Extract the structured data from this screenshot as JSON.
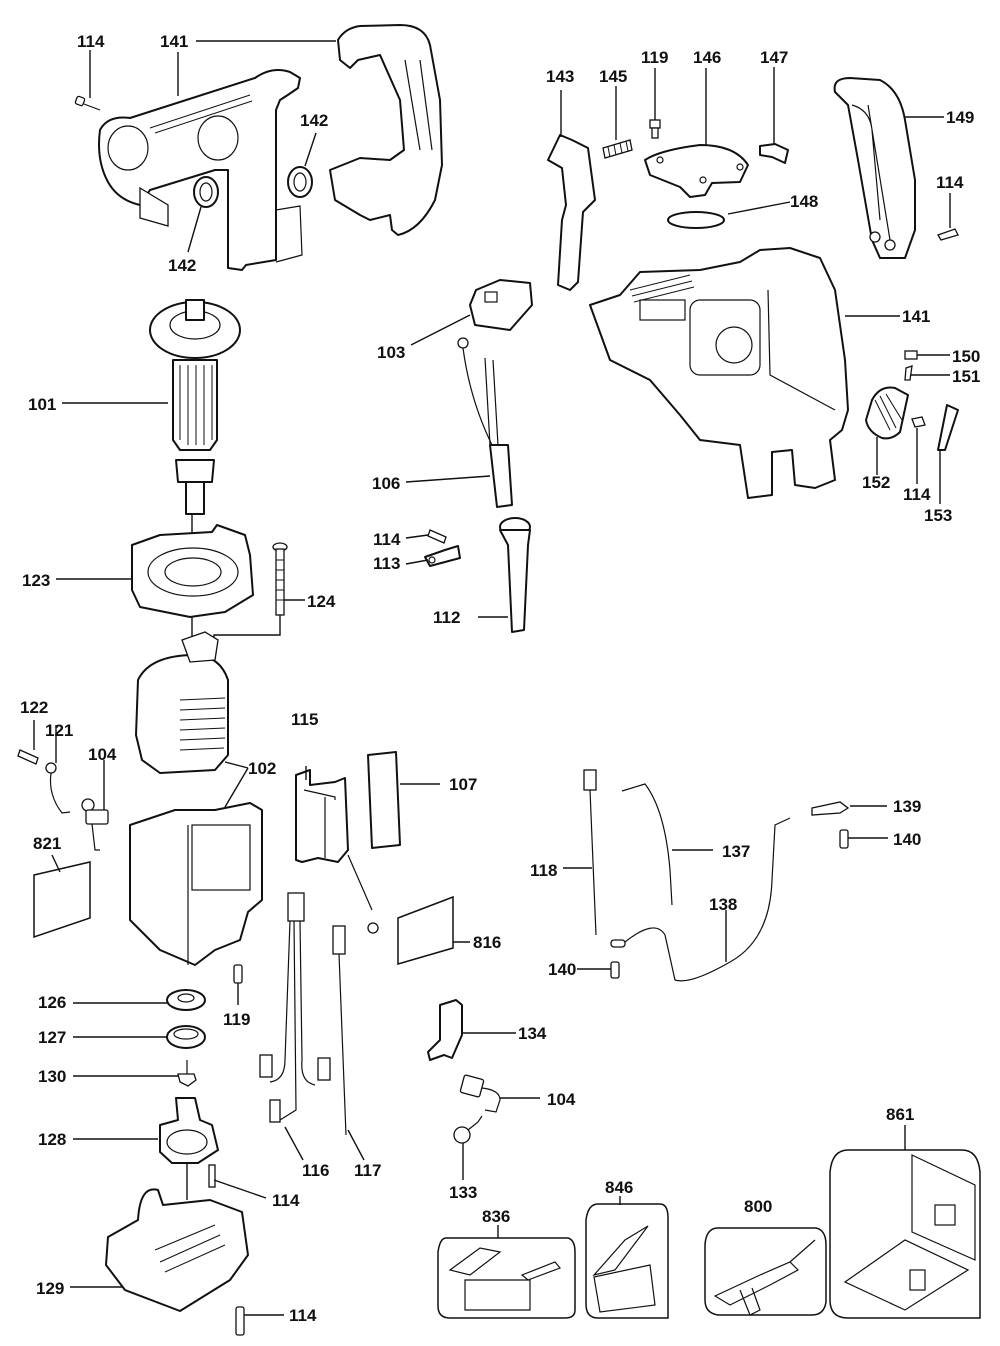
{
  "diagram": {
    "type": "exploded-parts-diagram",
    "background": "#ffffff",
    "ink_color": "#111111",
    "callouts": [
      {
        "id": "c-114-a",
        "part": "114",
        "description": "screw"
      },
      {
        "id": "c-141-a",
        "part": "141",
        "description": "housing half (left)"
      },
      {
        "id": "c-142-a",
        "part": "142",
        "description": "bearing seal"
      },
      {
        "id": "c-142-b",
        "part": "142",
        "description": "bearing seal"
      },
      {
        "id": "c-143",
        "part": "143",
        "description": "switch trigger"
      },
      {
        "id": "c-145",
        "part": "145",
        "description": "spring"
      },
      {
        "id": "c-119-a",
        "part": "119",
        "description": "screw"
      },
      {
        "id": "c-146",
        "part": "146",
        "description": "cover plate"
      },
      {
        "id": "c-147",
        "part": "147",
        "description": "insert"
      },
      {
        "id": "c-148",
        "part": "148",
        "description": "o-ring"
      },
      {
        "id": "c-149",
        "part": "149",
        "description": "handle cover"
      },
      {
        "id": "c-114-b",
        "part": "114",
        "description": "screw"
      },
      {
        "id": "c-101",
        "part": "101",
        "description": "armature"
      },
      {
        "id": "c-103",
        "part": "103",
        "description": "switch"
      },
      {
        "id": "c-141-b",
        "part": "141",
        "description": "housing half (right)"
      },
      {
        "id": "c-150",
        "part": "150",
        "description": "clip"
      },
      {
        "id": "c-151",
        "part": "151",
        "description": "spring"
      },
      {
        "id": "c-152",
        "part": "152",
        "description": "selector knob"
      },
      {
        "id": "c-114-c",
        "part": "114",
        "description": "screw"
      },
      {
        "id": "c-153",
        "part": "153",
        "description": "lever"
      },
      {
        "id": "c-106",
        "part": "106",
        "description": "power cord"
      },
      {
        "id": "c-114-d",
        "part": "114",
        "description": "screw"
      },
      {
        "id": "c-113",
        "part": "113",
        "description": "cord clamp"
      },
      {
        "id": "c-112",
        "part": "112",
        "description": "cord protector"
      },
      {
        "id": "c-123",
        "part": "123",
        "description": "baffle"
      },
      {
        "id": "c-124",
        "part": "124",
        "description": "long screw"
      },
      {
        "id": "c-122",
        "part": "122",
        "description": "screw"
      },
      {
        "id": "c-121",
        "part": "121",
        "description": "ground wire"
      },
      {
        "id": "c-104-a",
        "part": "104",
        "description": "brush"
      },
      {
        "id": "c-102",
        "part": "102",
        "description": "field / motor housing"
      },
      {
        "id": "c-115",
        "part": "115",
        "description": "module holder"
      },
      {
        "id": "c-107",
        "part": "107",
        "description": "electronic module"
      },
      {
        "id": "c-821",
        "part": "821",
        "description": "label"
      },
      {
        "id": "c-118",
        "part": "118",
        "description": "lead wire"
      },
      {
        "id": "c-137",
        "part": "137",
        "description": "lead wire"
      },
      {
        "id": "c-139",
        "part": "139",
        "description": "terminal"
      },
      {
        "id": "c-140-a",
        "part": "140",
        "description": "screw"
      },
      {
        "id": "c-138",
        "part": "138",
        "description": "ground lead"
      },
      {
        "id": "c-816",
        "part": "816",
        "description": "label"
      },
      {
        "id": "c-140-b",
        "part": "140",
        "description": "screw"
      },
      {
        "id": "c-126",
        "part": "126",
        "description": "bearing"
      },
      {
        "id": "c-119-b",
        "part": "119",
        "description": "screw"
      },
      {
        "id": "c-127",
        "part": "127",
        "description": "bearing retainer"
      },
      {
        "id": "c-134",
        "part": "134",
        "description": "brush holder"
      },
      {
        "id": "c-130",
        "part": "130",
        "description": "nut"
      },
      {
        "id": "c-104-b",
        "part": "104",
        "description": "brush"
      },
      {
        "id": "c-128",
        "part": "128",
        "description": "brush ring"
      },
      {
        "id": "c-114-e",
        "part": "114",
        "description": "screw"
      },
      {
        "id": "c-116",
        "part": "116",
        "description": "wire harness"
      },
      {
        "id": "c-117",
        "part": "117",
        "description": "lead wire"
      },
      {
        "id": "c-133",
        "part": "133",
        "description": "brush spring"
      },
      {
        "id": "c-129",
        "part": "129",
        "description": "end cap"
      },
      {
        "id": "c-114-f",
        "part": "114",
        "description": "screw"
      },
      {
        "id": "c-861",
        "part": "861",
        "description": "carrying case"
      },
      {
        "id": "c-846",
        "part": "846",
        "description": "kit box"
      },
      {
        "id": "c-836",
        "part": "836",
        "description": "kit tray"
      },
      {
        "id": "c-800",
        "part": "800",
        "description": "accessory tool"
      }
    ]
  }
}
